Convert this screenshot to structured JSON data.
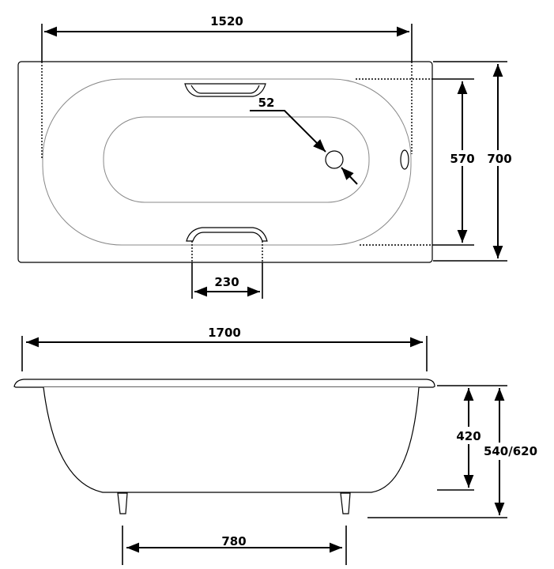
{
  "plan_view": {
    "length_inner": "1520",
    "width_inner": "570",
    "width_outer": "700",
    "handle_spacing": "230",
    "drain_diameter": "52"
  },
  "side_view": {
    "length_overall": "1700",
    "depth": "420",
    "height_range": "540/620",
    "leg_spacing": "780"
  }
}
